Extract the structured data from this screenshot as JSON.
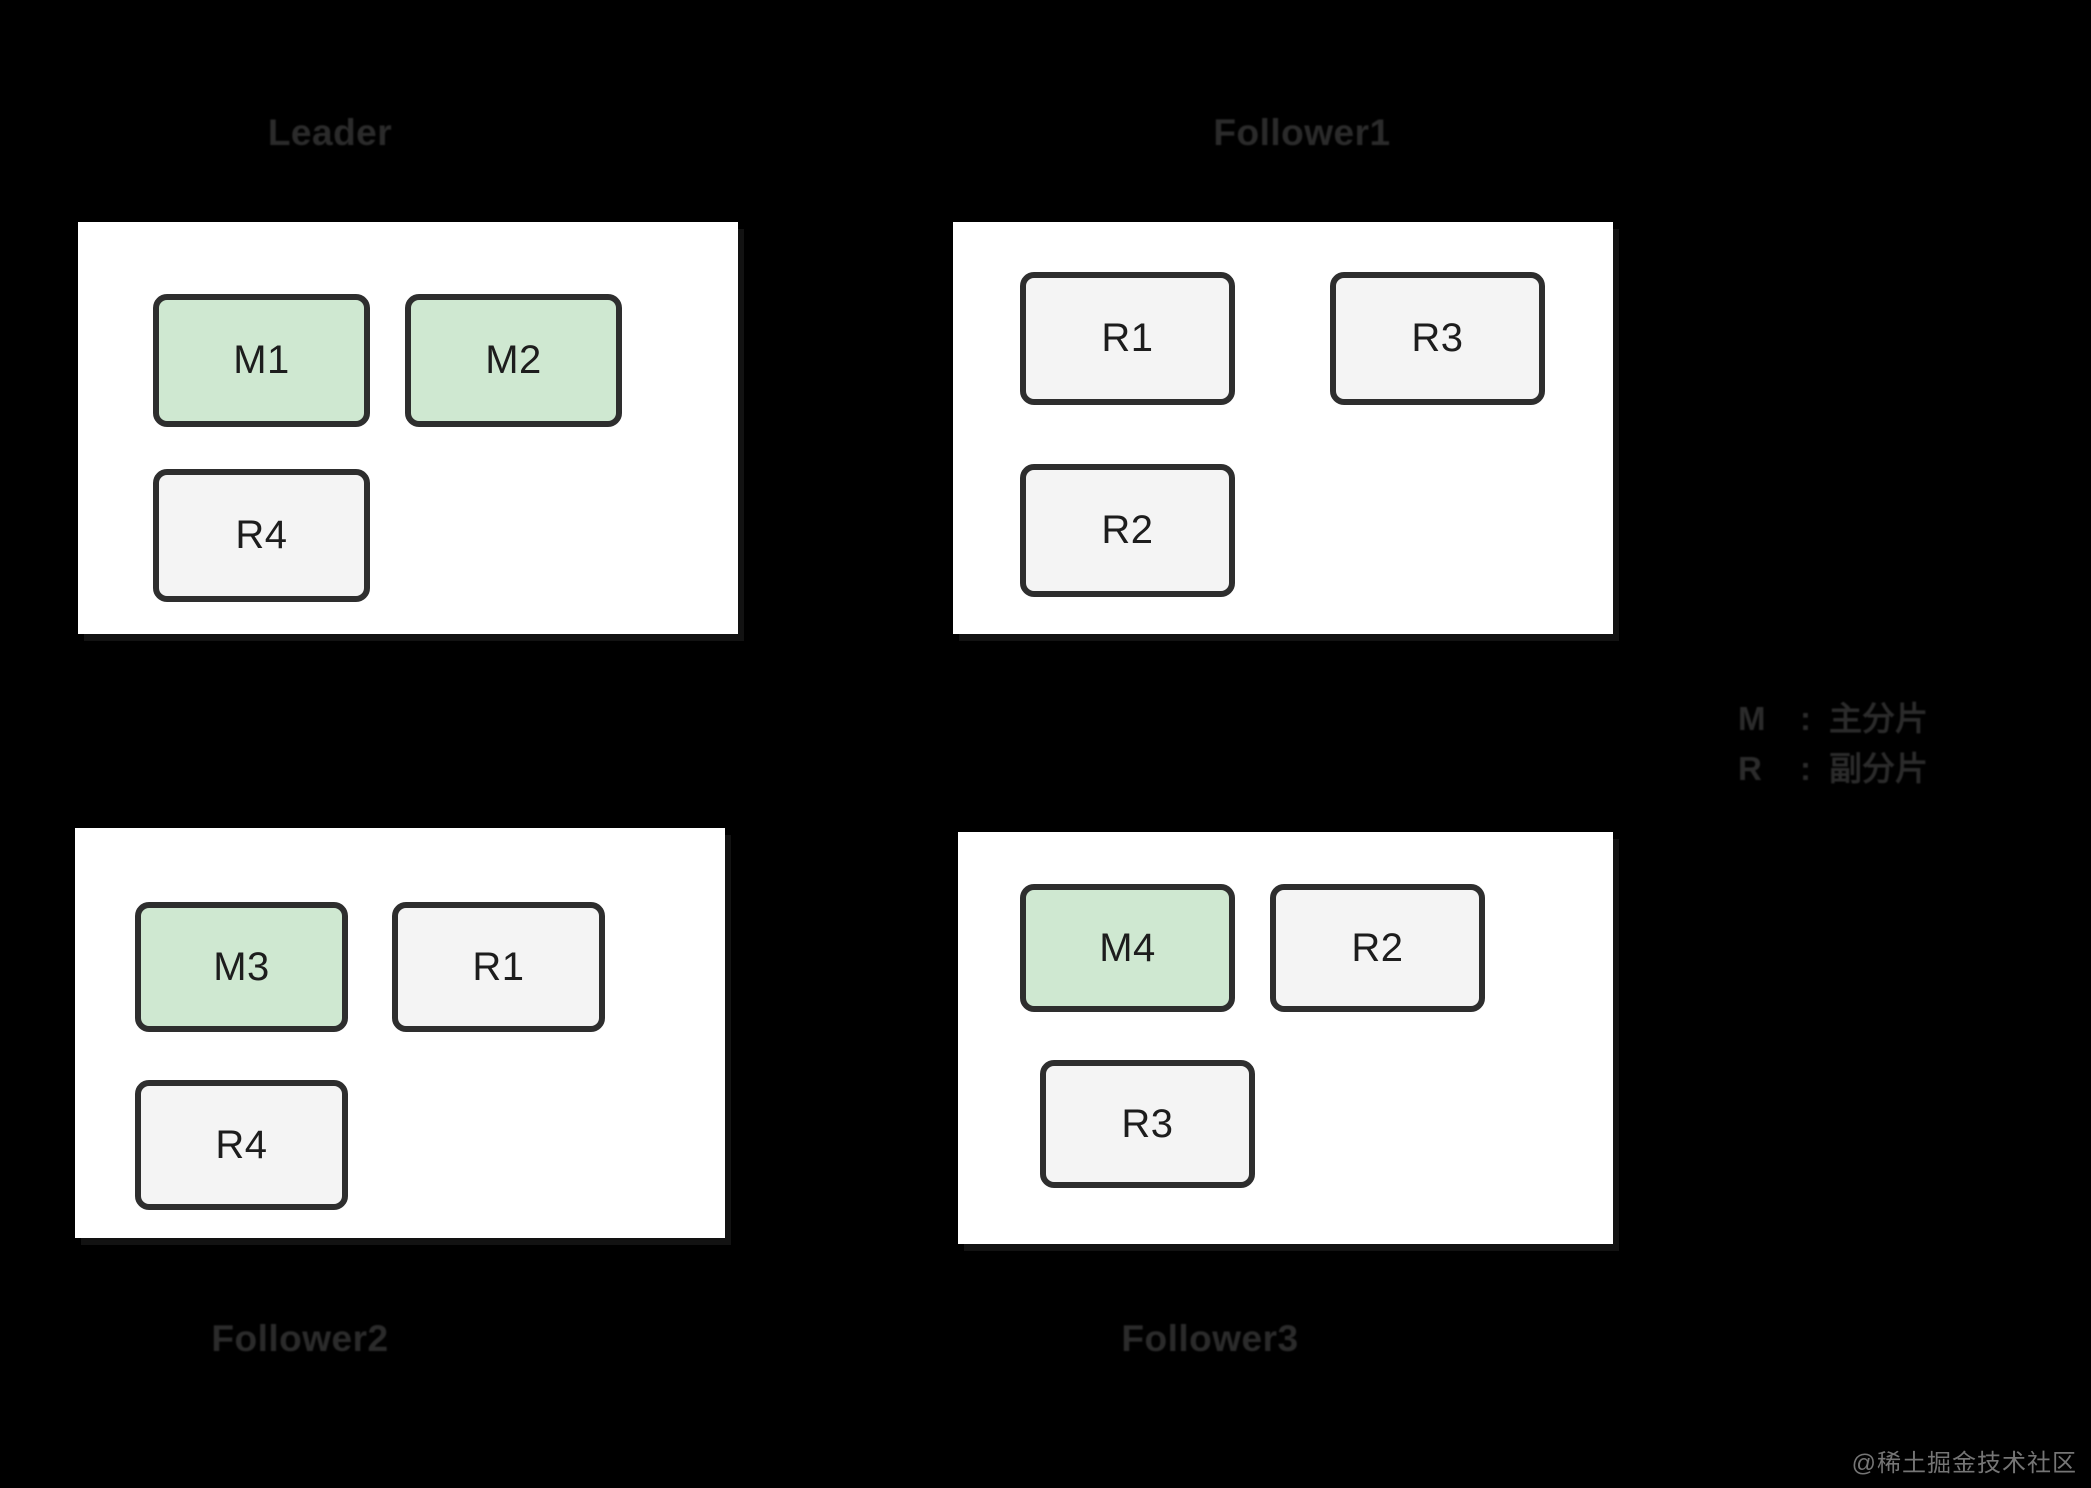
{
  "diagram": {
    "background_color": "#000000",
    "primary_color": "#cfe8d1",
    "replica_color": "#f4f4f4",
    "border_color": "#2e2e2e",
    "panel_color": "#ffffff"
  },
  "nodes": [
    {
      "title": "Leader",
      "title_position": "top",
      "shards": [
        {
          "label": "M1",
          "type": "primary"
        },
        {
          "label": "M2",
          "type": "primary"
        },
        {
          "label": "R4",
          "type": "replica"
        }
      ]
    },
    {
      "title": "Follower1",
      "title_position": "top",
      "shards": [
        {
          "label": "R1",
          "type": "replica"
        },
        {
          "label": "R3",
          "type": "replica"
        },
        {
          "label": "R2",
          "type": "replica"
        }
      ]
    },
    {
      "title": "Follower2",
      "title_position": "bottom",
      "shards": [
        {
          "label": "M3",
          "type": "primary"
        },
        {
          "label": "R1",
          "type": "replica"
        },
        {
          "label": "R4",
          "type": "replica"
        }
      ]
    },
    {
      "title": "Follower3",
      "title_position": "bottom",
      "shards": [
        {
          "label": "M4",
          "type": "primary"
        },
        {
          "label": "R2",
          "type": "replica"
        },
        {
          "label": "R3",
          "type": "replica"
        }
      ]
    }
  ],
  "legend": {
    "items": [
      {
        "key": "M",
        "separator": ":",
        "description": "主分片"
      },
      {
        "key": "R",
        "separator": ":",
        "description": "副分片"
      }
    ]
  },
  "watermark": {
    "text": "@稀土掘金技术社区"
  }
}
